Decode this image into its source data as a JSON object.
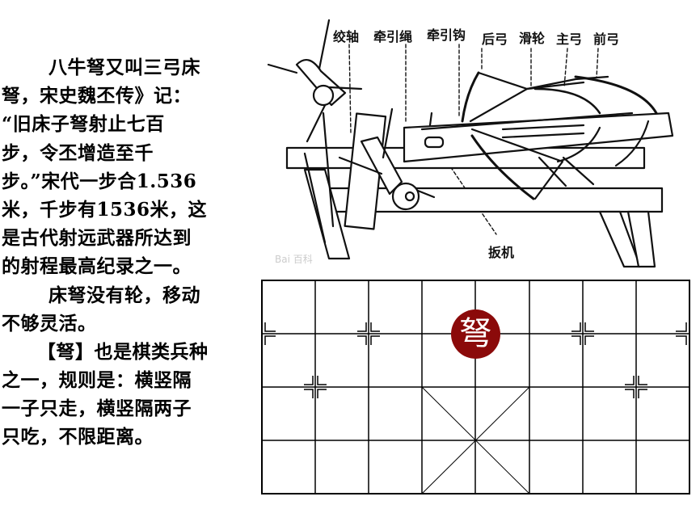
{
  "paragraphs": {
    "lines": [
      "八牛弩又叫三弓床",
      "弩，宋史魏丕传》记：",
      "“旧床子弩射止七百",
      "步，令丕增造至千",
      "步。”宋代一步合1.536",
      "米，千步有1536米，这",
      "是古代射远武器所达到",
      "的射程最高纪录之一。",
      "床弩没有轮，移动",
      "不够灵活。",
      "【弩】也是棋类兵种",
      "之一，规则是：横竖隔",
      "一子只走，横竖隔两子",
      "只吃，不限距离。"
    ]
  },
  "illustration": {
    "labels": {
      "winch_axle": "绞轴",
      "pull_rope": "牵引绳",
      "pull_hook": "牵引钩",
      "rear_bow": "后弓",
      "pulley": "滑轮",
      "main_bow": "主弓",
      "front_bow": "前弓",
      "trigger": "扳机"
    },
    "watermark": "Bai 百科"
  },
  "board": {
    "columns": 8,
    "rows": 4,
    "piece": {
      "label": "弩",
      "color": "#8b0a0a",
      "text_color": "#ffffff"
    }
  }
}
